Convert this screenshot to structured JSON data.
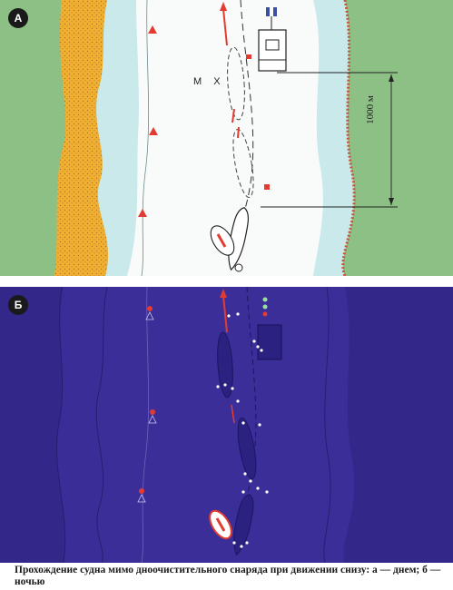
{
  "panels": {
    "day": {
      "label": "А",
      "marker": "М Х",
      "distance": "1000 м"
    },
    "night": {
      "label": "Б"
    }
  },
  "caption": "Прохождение судна мимо дноочистительного снаряда при движении снизу: а — днем; б — ночью",
  "colors": {
    "land": "#8cc084",
    "sand": "#f0b133",
    "water": "#f9fbfb",
    "shallow": "#c9e9ea",
    "night": "#3c2e99",
    "accent": "#e23c32"
  }
}
